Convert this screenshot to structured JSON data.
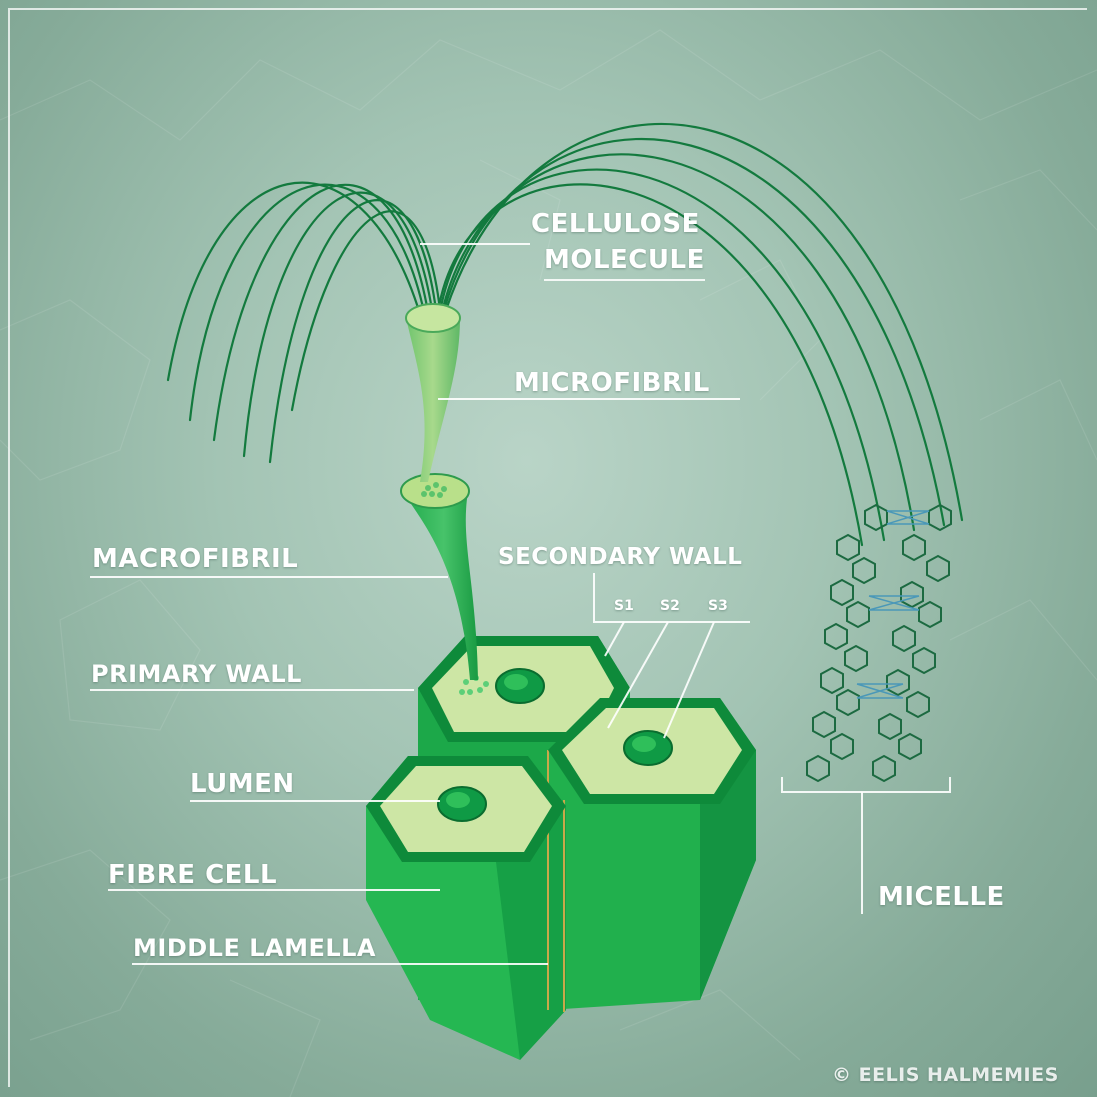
{
  "labels": {
    "cellulose_line1": "CELLULOSE",
    "cellulose_line2": "MOLECULE",
    "microfibril": "MICROFIBRIL",
    "macrofibril": "MACROFIBRIL",
    "secondary_wall": "SECONDARY WALL",
    "s1": "S1",
    "s2": "S2",
    "s3": "S3",
    "primary_wall": "PRIMARY WALL",
    "lumen": "LUMEN",
    "fibre_cell": "FIBRE CELL",
    "middle_lamella": "MIDDLE LAMELLA",
    "micelle": "MICELLE"
  },
  "credit": "© EELIS HALMEMIES",
  "colors": {
    "background": "#a3c4b4",
    "cell_body": "#23b24f",
    "cell_dark": "#0e8a3a",
    "cell_top": "#cde6a5",
    "lumen": "#0f9a45",
    "fiber_line": "#137a3e",
    "micelle_ring": "#1c6a41",
    "micelle_bond": "#4a98b8",
    "label_text": "#ffffff"
  }
}
